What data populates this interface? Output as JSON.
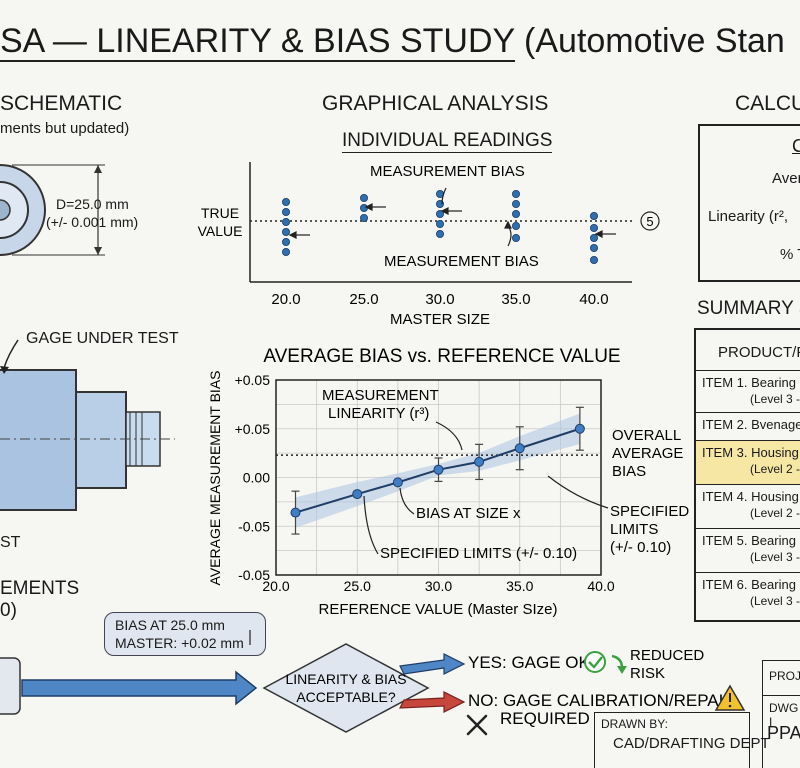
{
  "title": {
    "main": "SA — LINEARITY & BIAS STUDY",
    "suffix": " (Automotive Stan"
  },
  "schematic": {
    "heading": "SCHEMATIC",
    "subheading": "ments but updated)",
    "dimension": "D=25.0 mm",
    "tolerance": "(+/- 0.001 mm)",
    "gage_label": "GAGE UNDER TEST",
    "fragment_est": "ST",
    "fragment_ements": "EMENTS",
    "fragment_paren": "0)"
  },
  "analysis": {
    "heading": "GRAPHICAL ANALYSIS",
    "subheading": "INDIVIDUAL READINGS"
  },
  "calc": {
    "heading": "CALCU",
    "line1": "C",
    "line2": "Aver",
    "line3": "Linearity (r², ",
    "line4": "% T"
  },
  "summary": {
    "heading": "SUMMARY S",
    "column": "PRODUCT/F",
    "rows": [
      {
        "label": "ITEM 1. Bearing",
        "level": "(Level 3 -"
      },
      {
        "label": "ITEM 2. Bvenage",
        "level": ""
      },
      {
        "label": "ITEM 3. Housing",
        "level": "(Level 2 -"
      },
      {
        "label": "ITEM 4. Housing",
        "level": "(Level 2 -"
      },
      {
        "label": "ITEM 5. Bearing",
        "level": "(Level 3 -"
      },
      {
        "label": "ITEM 6. Bearing",
        "level": "(Level 3 -"
      }
    ]
  },
  "readings_chart": {
    "true_value_line1": "TRUE",
    "true_value_line2": "VALUE",
    "bias_top": "MEASUREMENT BIAS",
    "bias_bottom": "MEASUREMENT BIAS",
    "circle_num": "5",
    "xlabel": "MASTER SIZE",
    "ticks": [
      "20.0",
      "25.0",
      "30.0",
      "35.0",
      "40.0"
    ]
  },
  "bias_chart_labels": {
    "linearity_l1": "MEASUREMENT",
    "linearity_l2": "LINEARITY (r³)",
    "overall_l1": "OVERALL",
    "overall_l2": "AVERAGE",
    "overall_l3": "BIAS",
    "bias_at_size": "BIAS AT SIZE x",
    "spec_limits_bottom": "SPECIFIED LIMITS (+/- 0.10)",
    "spec_l1": "SPECIFIED",
    "spec_l2": "LIMITS",
    "spec_l3": "(+/- 0.10)"
  },
  "chart_data": {
    "type": "scatter",
    "title": "AVERAGE BIAS vs. REFERENCE VALUE",
    "xlabel": "REFERENCE VALUE (Master SIze)",
    "ylabel": "AVERAGE MEASUREMENT BIAS",
    "xlim": [
      20.0,
      40.0
    ],
    "ylim": [
      -0.05,
      0.05
    ],
    "x_ticks": [
      "20.0",
      "25.0",
      "30.0",
      "35.0",
      "40.0"
    ],
    "y_ticks": [
      "+0.05",
      "+0.05",
      "0.00",
      "-0.05",
      "-0.05"
    ],
    "grid": true,
    "overall_average_bias": 0.0115,
    "series": [
      {
        "x": [
          21.2,
          25.0,
          27.5,
          30.0,
          32.5,
          35.0,
          38.7
        ],
        "y": [
          -0.018,
          -0.0085,
          -0.0025,
          0.004,
          0.008,
          0.015,
          0.025
        ],
        "err": [
          0.011,
          0,
          0,
          0.006,
          0.009,
          0.011,
          0.011
        ]
      }
    ]
  },
  "callout": {
    "line1": "BIAS AT 25.0 mm",
    "line2": "MASTER: +0.02 mm"
  },
  "flow": {
    "decision_l1": "LINEARITY & BIAS",
    "decision_l2": "ACCEPTABLE?",
    "yes": "YES: GAGE OK",
    "reduced_l1": "REDUCED",
    "reduced_l2": "RISK",
    "no": "NO: GAGE CALIBRATION/REPAIR",
    "required": "REQUIRED"
  },
  "titleblock": {
    "drawn_by": "DRAWN BY:",
    "dept": "CAD/DRAFTING DEPT",
    "proj": "PROJ",
    "dwg": "DWG I",
    "ppa": "PPA"
  },
  "colors": {
    "accent": "#2e6fb0",
    "fill": "#a9c3e0",
    "highlight": "#f6e7a5",
    "warn": "#f3c12b",
    "ok": "#3aa040",
    "no_arrow": "#c8473d"
  }
}
